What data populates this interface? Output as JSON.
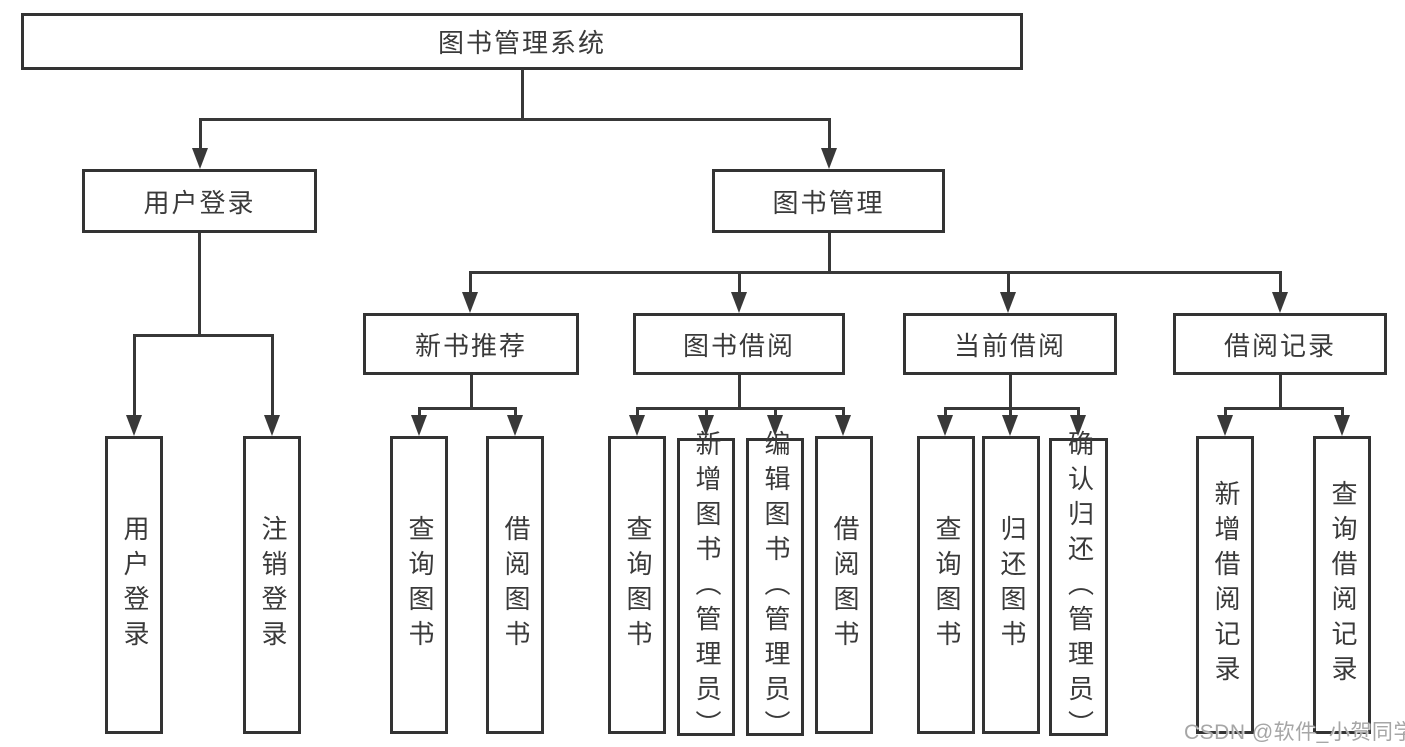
{
  "diagram": {
    "title": "图书管理系统",
    "root": {
      "label": "图书管理系统"
    },
    "branches": [
      {
        "label": "用户登录",
        "leaves": [
          {
            "label": "用户登录"
          },
          {
            "label": "注销登录"
          }
        ]
      },
      {
        "label": "图书管理",
        "sections": [
          {
            "label": "新书推荐",
            "leaves": [
              {
                "label": "查询图书"
              },
              {
                "label": "借阅图书"
              }
            ]
          },
          {
            "label": "图书借阅",
            "leaves": [
              {
                "label": "查询图书"
              },
              {
                "label": "新增图书（管理员）"
              },
              {
                "label": "编辑图书（管理员）"
              },
              {
                "label": "借阅图书"
              }
            ]
          },
          {
            "label": "当前借阅",
            "leaves": [
              {
                "label": "查询图书"
              },
              {
                "label": "归还图书"
              },
              {
                "label": "确认归还（管理员）"
              }
            ]
          },
          {
            "label": "借阅记录",
            "leaves": [
              {
                "label": "新增借阅记录"
              },
              {
                "label": "查询借阅记录"
              }
            ]
          }
        ]
      }
    ]
  },
  "watermark": {
    "text": "CSDN @软件_小贺同学"
  },
  "colors": {
    "line": "#383838",
    "border": "#333333",
    "text": "#3a3a3a",
    "background": "#ffffff",
    "watermark": "#a6a6a6"
  }
}
